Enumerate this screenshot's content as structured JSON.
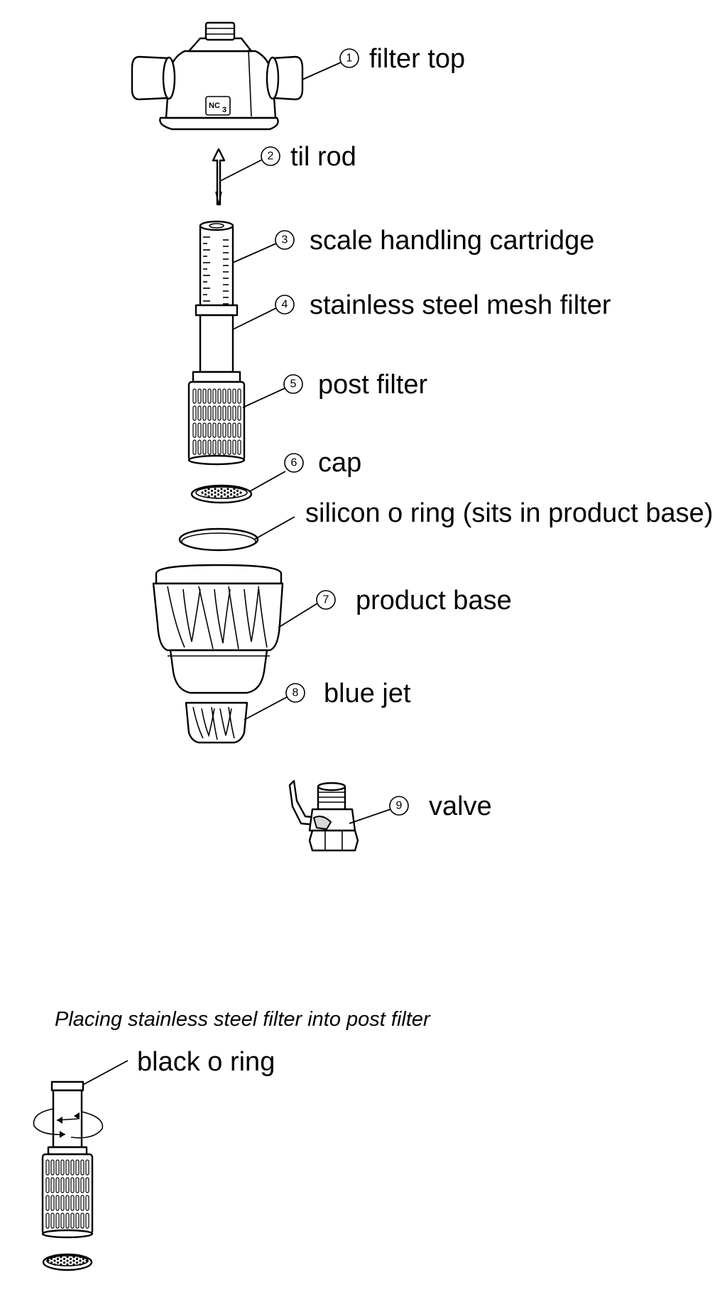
{
  "parts": [
    {
      "num": "1",
      "label": "filter top"
    },
    {
      "num": "2",
      "label": "til rod"
    },
    {
      "num": "3",
      "label": "scale handling cartridge"
    },
    {
      "num": "4",
      "label": "stainless steel mesh filter"
    },
    {
      "num": "5",
      "label": "post filter"
    },
    {
      "num": "6",
      "label": "cap"
    },
    {
      "num": "",
      "label": "silicon o ring (sits in product base)"
    },
    {
      "num": "7",
      "label": "product base"
    },
    {
      "num": "8",
      "label": "blue jet"
    },
    {
      "num": "9",
      "label": "valve"
    }
  ],
  "logo_text": "NC",
  "logo_sub": "3",
  "caption": "Placing stainless steel filter into post filter",
  "detail_label": "black o ring"
}
